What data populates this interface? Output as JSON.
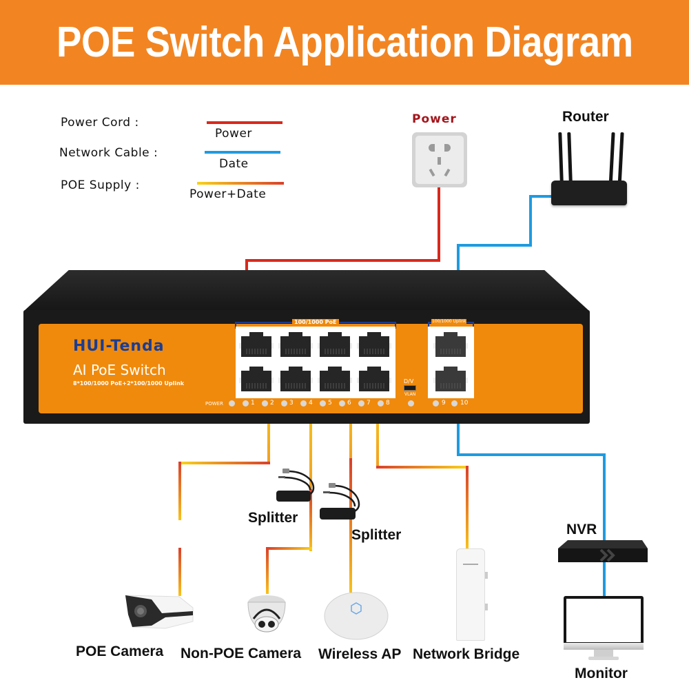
{
  "title": "POE Switch Application Diagram",
  "colors": {
    "banner": "#f28522",
    "power_cord": "#d9281c",
    "network_cable": "#1e9be0",
    "poe_supply_start": "#f8d21a",
    "poe_supply_end": "#d9402a",
    "switch_front": "#f08a0c",
    "switch_body": "#1c1c1c",
    "brand_text": "#1b3d94"
  },
  "legend": [
    {
      "label": "Power Cord :",
      "line_label": "Power",
      "type": "power"
    },
    {
      "label": "Network Cable :",
      "line_label": "Date",
      "type": "network"
    },
    {
      "label": "POE Supply :",
      "line_label": "Power+Date",
      "type": "poe"
    }
  ],
  "power_outlet": {
    "label": "Power"
  },
  "router": {
    "label": "Router"
  },
  "switch": {
    "brand": "HUI-Tenda",
    "model": "AI PoE Switch",
    "spec": "8*100/1000 PoE+2*100/1000 Uplink",
    "poe_group_label": "100/1000 PoE",
    "uplink_group_label": "100/1000 Uplink",
    "power_led_label": "POWER",
    "dv_switch_label": "D/V",
    "vlan_label": "VLAN",
    "port_numbers": [
      "1",
      "2",
      "3",
      "4",
      "5",
      "6",
      "7",
      "8"
    ],
    "uplink_numbers": [
      "9",
      "10"
    ]
  },
  "splitters": [
    {
      "label": "Splitter"
    },
    {
      "label": "Splitter"
    }
  ],
  "nvr": {
    "label": "NVR"
  },
  "devices": [
    {
      "label": "POE Camera"
    },
    {
      "label": "Non-POE Camera"
    },
    {
      "label": "Wireless AP"
    },
    {
      "label": "Network Bridge"
    },
    {
      "label": "Monitor"
    }
  ]
}
